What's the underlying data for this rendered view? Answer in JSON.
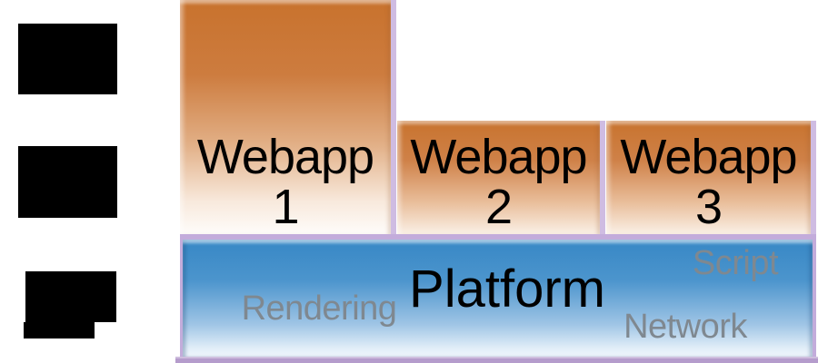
{
  "stack": {
    "webapps": [
      {
        "name": "Webapp",
        "number": "1"
      },
      {
        "name": "Webapp",
        "number": "2"
      },
      {
        "name": "Webapp",
        "number": "3"
      }
    ],
    "platform": {
      "title": "Platform",
      "components": [
        "Rendering",
        "Script",
        "Network"
      ]
    },
    "colors": {
      "webapp_gradient_top": "#C8722D",
      "webapp_gradient_bottom": "#FDF6EF",
      "platform_gradient_top": "#3787C5",
      "platform_gradient_bottom": "#EFF5FC",
      "border_lavender": "#C3ACDB",
      "lower_layer_lavender": "#B59CCC",
      "text_black": "#000000",
      "text_gray": "#7F8890",
      "redaction_black": "#000000"
    }
  }
}
